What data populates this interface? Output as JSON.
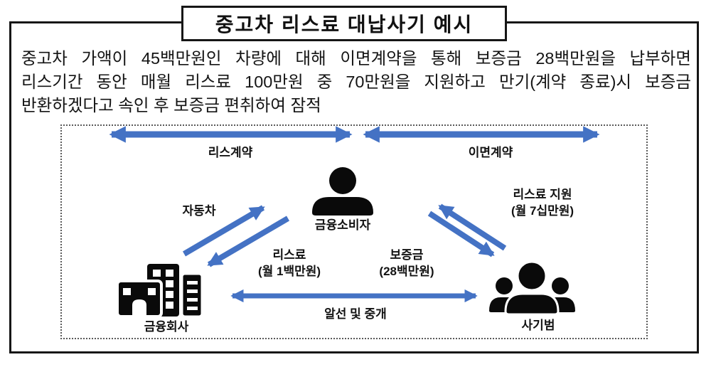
{
  "title": "중고차 리스료 대납사기 예시",
  "body": {
    "lines": [
      "중고차 가액이 45백만원인 차량에 대해 이면계약을 통해 보증금 28백만원을 납부하면",
      "리스기간 동안 매월 리스료 100만원 중 70만원을 지원하고 만기(계약 종료)시 보증금",
      "반환하겠다고 속인 후 보증금 편취하여 잠적"
    ]
  },
  "diagram": {
    "arrow_color": "#4472C4",
    "icon_color": "#0a0a0a",
    "labels": {
      "lease_contract": "리스계약",
      "back_contract": "이면계약",
      "car": "자동차",
      "consumer": "금융소비자",
      "lease_fee": [
        "리스료",
        "(월 1백만원)"
      ],
      "deposit": [
        "보증금",
        "(28백만원)"
      ],
      "lease_support": [
        "리스료 지원",
        "(월 7십만원)"
      ],
      "finance_company": "금융회사",
      "fraudster": "사기범",
      "brokerage": "알선 및 중개"
    }
  }
}
